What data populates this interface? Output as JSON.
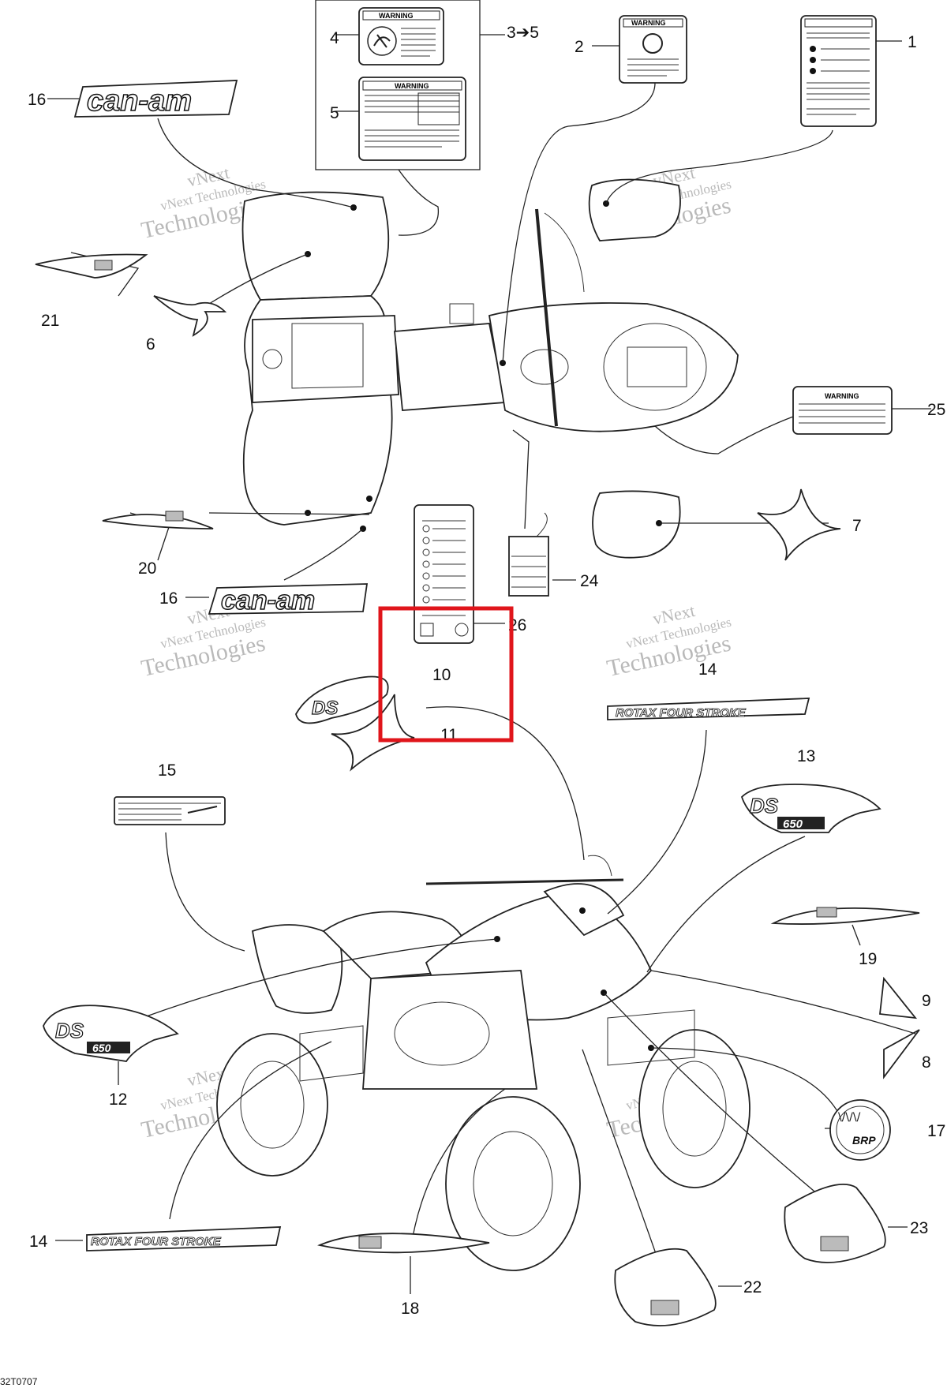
{
  "callouts": {
    "c1": "1",
    "c2": "2",
    "c3": "3➔5",
    "c4": "4",
    "c5": "5",
    "c6": "6",
    "c7": "7",
    "c8": "8",
    "c9": "9",
    "c10": "10",
    "c11": "11",
    "c12": "12",
    "c13": "13",
    "c14a": "14",
    "c14b": "14",
    "c15": "15",
    "c16a": "16",
    "c16b": "16",
    "c17": "17",
    "c18": "18",
    "c19": "19",
    "c20": "20",
    "c21": "21",
    "c22": "22",
    "c23": "23",
    "c24": "24",
    "c25": "25",
    "c26": "26"
  },
  "labels": {
    "warning": "WARNING",
    "canam": "can-am",
    "rotax": "ROTAX FOUR STROKE",
    "brp": "BRP",
    "ds": "DS",
    "ds650": "650"
  },
  "watermark": {
    "line1": "vNext",
    "line2": "vNext Technologies",
    "line3": "Technologies"
  },
  "figure_code": "32T0707",
  "highlight": {
    "color": "#e0151b"
  }
}
